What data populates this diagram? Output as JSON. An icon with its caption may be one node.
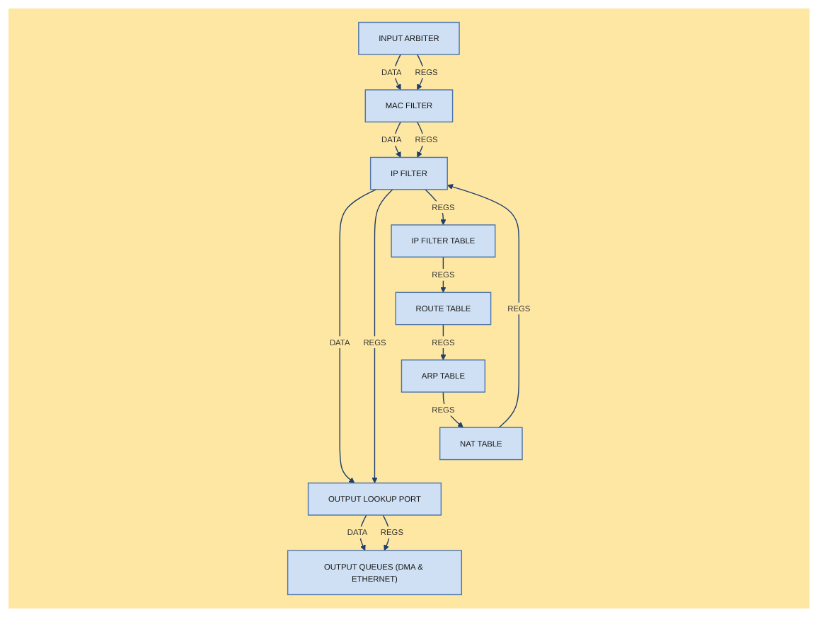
{
  "diagram": {
    "nodes": [
      {
        "text": [
          "INPUT ARBITER"
        ]
      },
      {
        "text": [
          "MAC FILTER"
        ]
      },
      {
        "text": [
          "IP FILTER"
        ]
      },
      {
        "text": [
          "IP FILTER TABLE"
        ]
      },
      {
        "text": [
          "ROUTE TABLE"
        ]
      },
      {
        "text": [
          "ARP TABLE"
        ]
      },
      {
        "text": [
          "NAT TABLE"
        ]
      },
      {
        "text": [
          "OUTPUT LOOKUP PORT"
        ]
      },
      {
        "text": [
          "OUTPUT QUEUES (DMA & ETHERNET)"
        ]
      }
    ],
    "edges": [
      {
        "from": 0,
        "to": 1,
        "arrow": "to",
        "label": "DATA"
      },
      {
        "from": 0,
        "to": 1,
        "arrow": "to",
        "label": "REGS"
      },
      {
        "from": 1,
        "to": 2,
        "arrow": "to",
        "label": "DATA"
      },
      {
        "from": 1,
        "to": 2,
        "arrow": "to",
        "label": "REGS"
      },
      {
        "from": 2,
        "to": 3,
        "arrow": "to",
        "label": "REGS"
      },
      {
        "from": 3,
        "to": 4,
        "arrow": "to",
        "label": "REGS"
      },
      {
        "from": 4,
        "to": 5,
        "arrow": "to",
        "label": "REGS"
      },
      {
        "from": 5,
        "to": 6,
        "arrow": "to",
        "label": "REGS"
      },
      {
        "from": 6,
        "to": 2,
        "arrow": "to",
        "label": "REGS"
      },
      {
        "from": 2,
        "to": 7,
        "arrow": "to",
        "label": "DATA"
      },
      {
        "from": 2,
        "to": 7,
        "arrow": "to",
        "label": "REGS"
      },
      {
        "from": 7,
        "to": 8,
        "arrow": "to",
        "label": "DATA"
      },
      {
        "from": 7,
        "to": 8,
        "arrow": "to",
        "label": "REGS"
      }
    ]
  }
}
